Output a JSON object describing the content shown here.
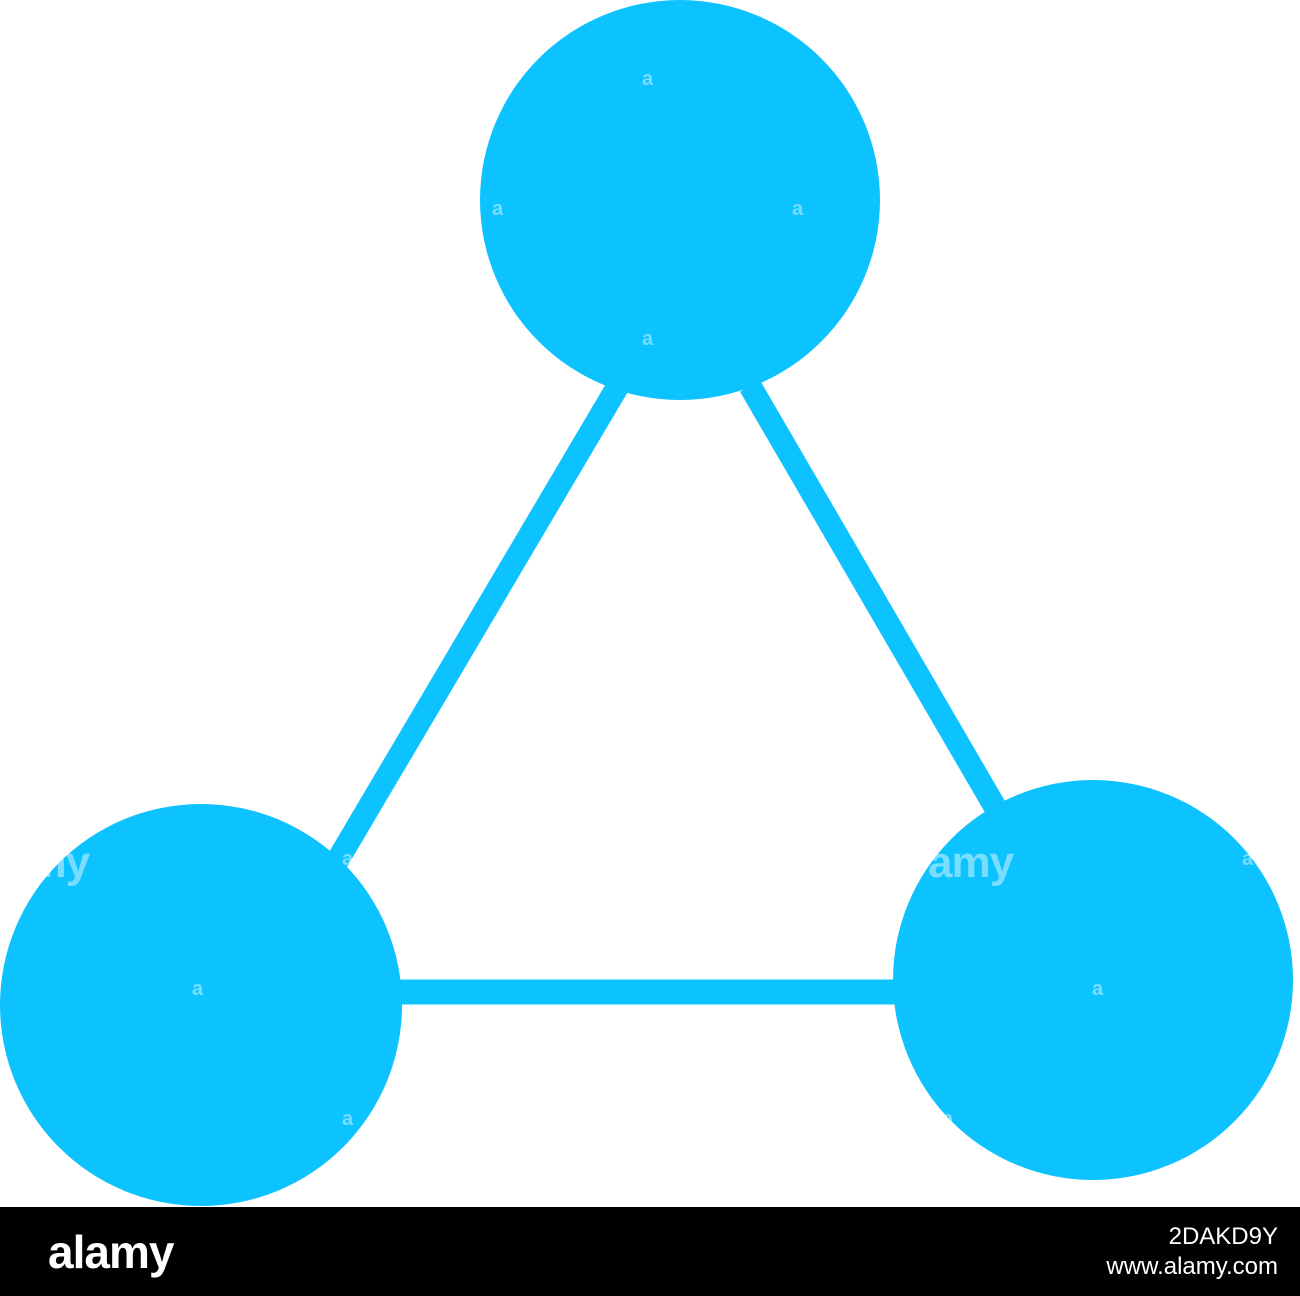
{
  "colors": {
    "node_fill": "#0cc2ff",
    "edge_stroke": "#0cc2ff",
    "background": "#ffffff",
    "footer_background": "#000000",
    "footer_text": "#ffffff"
  },
  "icon": {
    "name": "network-triangle-icon",
    "nodes": [
      "top",
      "bottom-left",
      "bottom-right"
    ],
    "edges": [
      [
        "top",
        "bottom-left"
      ],
      [
        "top",
        "bottom-right"
      ],
      [
        "bottom-left",
        "bottom-right"
      ]
    ]
  },
  "watermark": {
    "small_mark": "a",
    "large_mark": "amy"
  },
  "footer": {
    "brand": "alamy",
    "image_id": "2DAKD9Y",
    "site": "www.alamy.com"
  }
}
